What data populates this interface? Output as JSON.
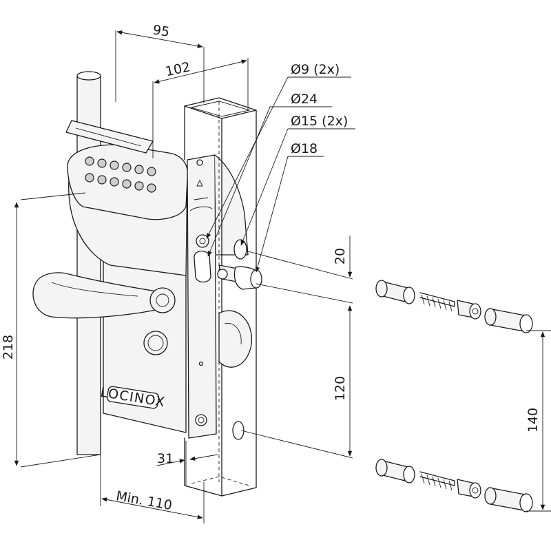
{
  "dimensions": {
    "d95": "95",
    "d102": "102",
    "d9": "Ø9 (2x)",
    "d24": "Ø24",
    "d15": "Ø15 (2x)",
    "d18": "Ø18",
    "d218": "218",
    "d20": "20",
    "d120": "120",
    "d140": "140",
    "d31": "31",
    "dmin110": "Min. 110"
  },
  "brand": "LOCINOX",
  "colors": {
    "line": "#1a1a1a",
    "fill": "#f4f4f4"
  }
}
